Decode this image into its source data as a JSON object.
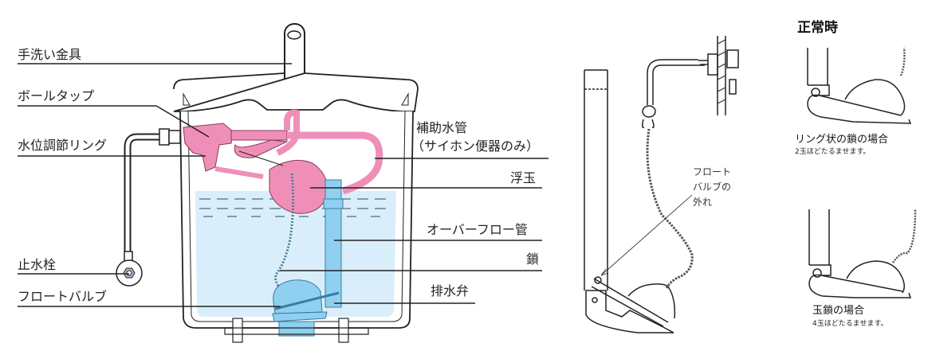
{
  "left_diagram": {
    "labels_left": {
      "hand_wash_faucet": "手洗い金具",
      "ball_tap": "ボールタップ",
      "water_level_ring": "水位調節リング",
      "stop_valve": "止水栓",
      "float_valve": "フロートバルブ"
    },
    "labels_right": {
      "aux_pipe_line1": "補助水管",
      "aux_pipe_line2": "（サイホン便器のみ）",
      "float_ball": "浮玉",
      "overflow_pipe": "オーバーフロー管",
      "chain": "鎖",
      "drain_valve": "排水弁"
    },
    "colors": {
      "water": "#d9eefa",
      "ball_tap_pink": "#ef8fb8",
      "valve_blue": "#8fd0f0",
      "line": "#222222"
    }
  },
  "middle_diagram": {
    "callout_line1": "フロート",
    "callout_line2": "バルブの",
    "callout_line3": "外れ"
  },
  "right_diagram": {
    "title": "正常時",
    "case1_title": "リング状の鎖の場合",
    "case1_note": "2玉ほどたるませます。",
    "case2_title": "玉鎖の場合",
    "case2_note": "4玉ほどたるませます。"
  }
}
